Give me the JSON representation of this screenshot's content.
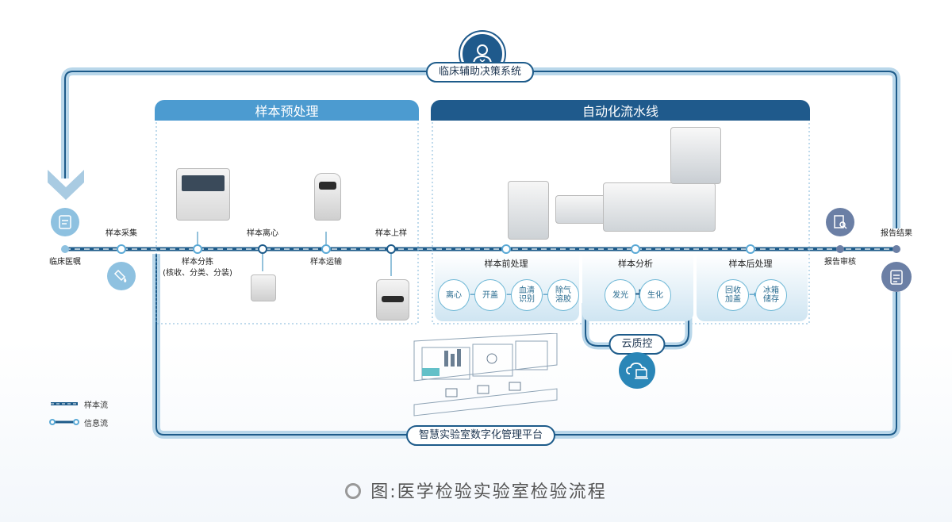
{
  "colors": {
    "navy": "#1d5b8a",
    "light_blue": "#5aa9d6",
    "pale": "#e3f0f8",
    "header_light": "#4c9bd0",
    "header_dark": "#1f5a8c"
  },
  "sections": {
    "pretreat": {
      "title": "样本预处理"
    },
    "pipeline": {
      "title": "自动化流水线"
    }
  },
  "systems": {
    "top": "临床辅助决策系统",
    "bottom": "智慧实验室数字化管理平台",
    "cloud": "云质控"
  },
  "nodes": [
    {
      "id": "order",
      "label": "临床医嘱"
    },
    {
      "id": "collect",
      "label": "样本采集"
    },
    {
      "id": "sort",
      "label": "样本分拣\n(核收、分类、分装)"
    },
    {
      "id": "centrifuge",
      "label": "样本离心"
    },
    {
      "id": "transport",
      "label": "样本运输"
    },
    {
      "id": "load",
      "label": "样本上样"
    },
    {
      "id": "review",
      "label": "报告审核"
    },
    {
      "id": "result",
      "label": "报告结果"
    }
  ],
  "stages": [
    {
      "title": "样本前处理",
      "steps": [
        "离心",
        "开盖",
        "血清\n识别",
        "除气\n溶胶"
      ]
    },
    {
      "title": "样本分析",
      "steps": [
        "发光",
        "生化"
      ]
    },
    {
      "title": "样本后处理",
      "steps": [
        "回收\n加盖",
        "冰箱\n储存"
      ]
    }
  ],
  "legend": [
    {
      "icon": "sample-flow-line",
      "label": "样本流"
    },
    {
      "icon": "info-flow-line",
      "label": "信息流"
    }
  ],
  "icons": [
    "doctor-icon",
    "clipboard-icon",
    "sample-tube-icon",
    "report-search-icon",
    "report-list-icon",
    "cloud-monitor-icon",
    "down-arrow-icon"
  ],
  "caption": "图:医学检验实验室检验流程"
}
